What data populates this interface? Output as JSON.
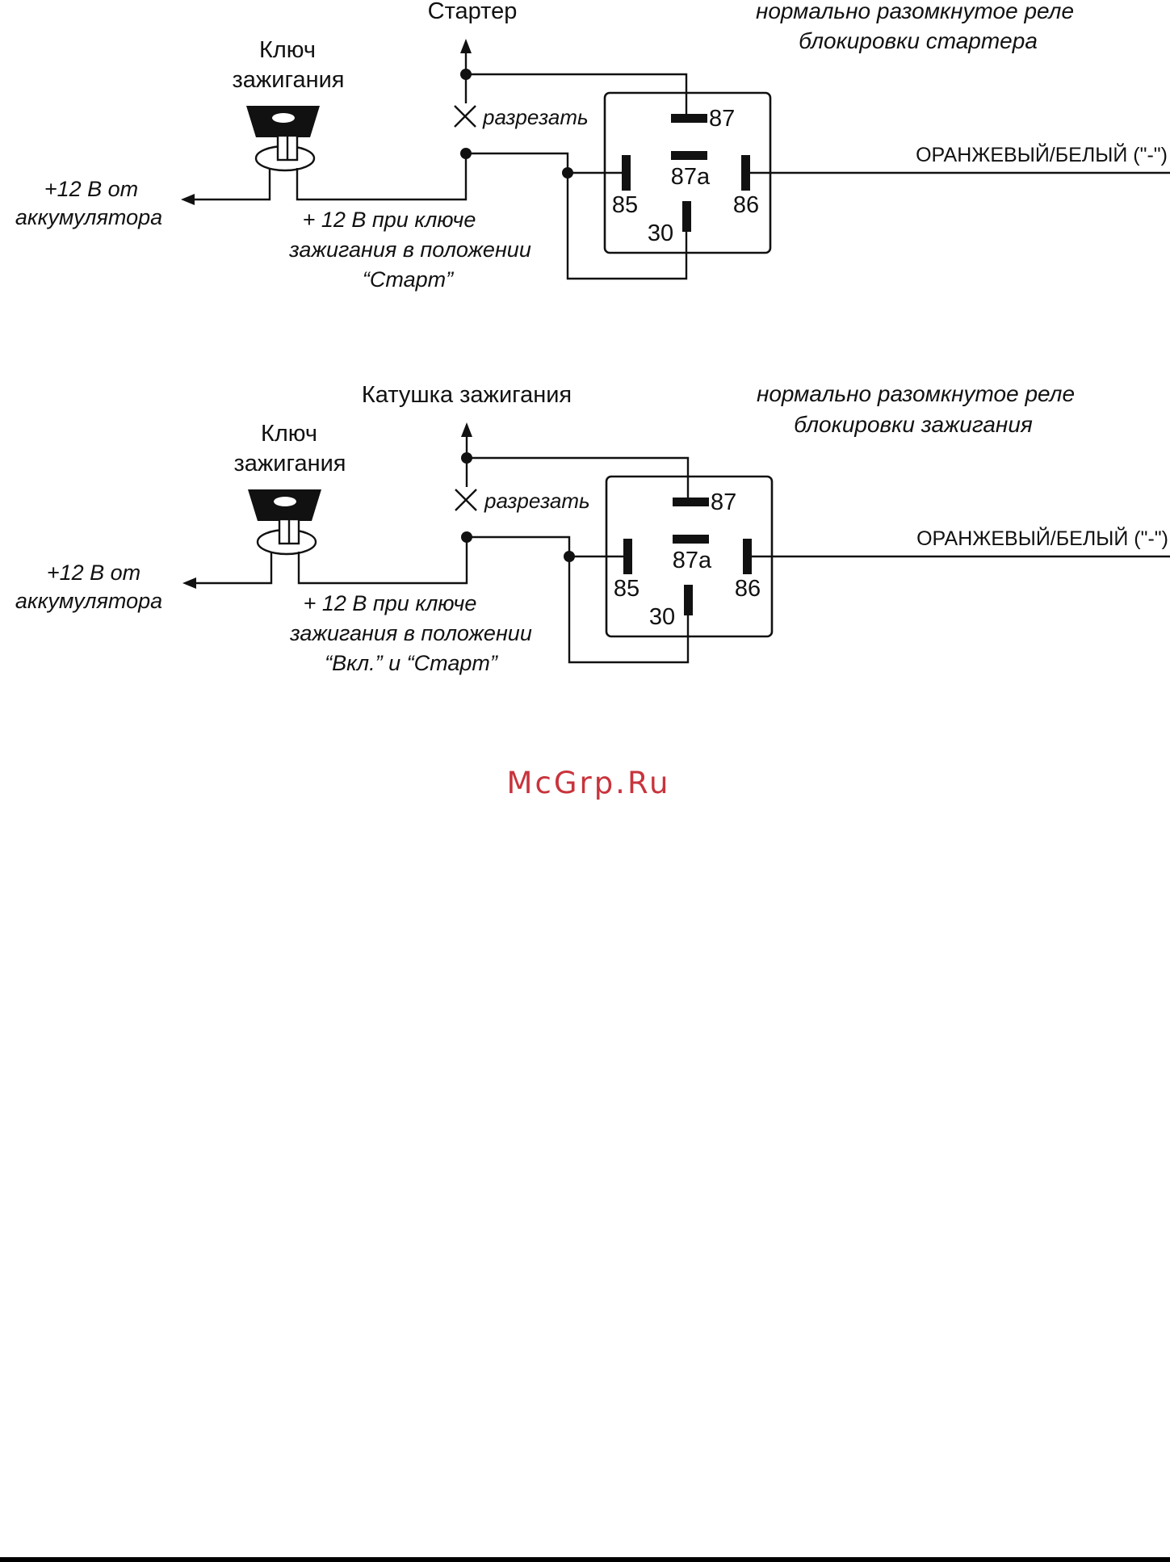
{
  "diagrams": [
    {
      "target_label": "Стартер",
      "relay_label_line1": "нормально разомкнутое реле",
      "relay_label_line2": "блокировки стартера",
      "key_label_line1": "Ключ",
      "key_label_line2": "зажигания",
      "battery_line1": "+12 В от",
      "battery_line2": "аккумулятора",
      "cut_label": "разрезать",
      "power_line1": "+ 12 В при ключе",
      "power_line2": "зажигания в положении",
      "power_line3": "“Старт”",
      "wire_label": "ОРАНЖЕВЫЙ/БЕЛЫЙ (\"-\")",
      "pins": {
        "p87": "87",
        "p87a": "87a",
        "p85": "85",
        "p86": "86",
        "p30": "30"
      }
    },
    {
      "target_label": "Катушка зажигания",
      "relay_label_line1": "нормально разомкнутое реле",
      "relay_label_line2": "блокировки зажигания",
      "key_label_line1": "Ключ",
      "key_label_line2": "зажигания",
      "battery_line1": "+12 В от",
      "battery_line2": "аккумулятора",
      "cut_label": "разрезать",
      "power_line1": "+ 12 В при ключе",
      "power_line2": "зажигания в положении",
      "power_line3": "“Вкл.”  и “Старт”",
      "wire_label": "ОРАНЖЕВЫЙ/БЕЛЫЙ (\"-\")",
      "pins": {
        "p87": "87",
        "p87a": "87a",
        "p85": "85",
        "p86": "86",
        "p30": "30"
      }
    }
  ],
  "watermark": "McGrp.Ru",
  "colors": {
    "ink": "#111111",
    "watermark": "#c8343c"
  }
}
